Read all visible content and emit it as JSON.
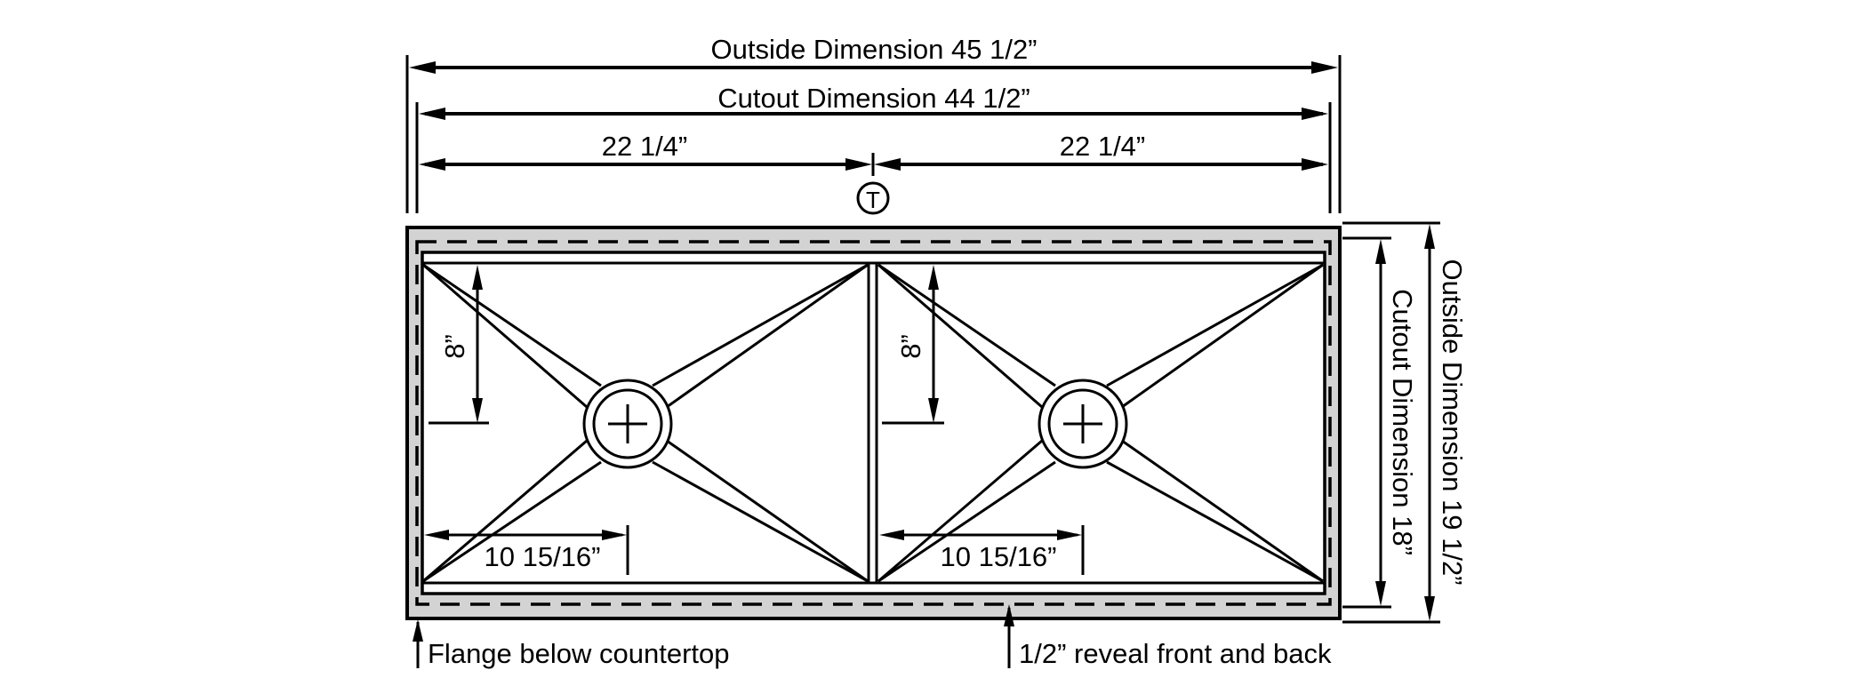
{
  "diagram": {
    "title": "Double bowl sink cutout template",
    "colors": {
      "line": "#000000",
      "flange_fill": "#d3d3d3",
      "background": "#ffffff"
    },
    "dimensions": {
      "outside_width": "Outside Dimension 45 1/2”",
      "cutout_width": "Cutout Dimension 44 1/2”",
      "left_half": "22 1/4”",
      "right_half": "22 1/4”",
      "outside_depth": "Outside Dimension 19 1/2”",
      "cutout_depth": "Cutout Dimension 18”",
      "left_drain_from_back": "8”",
      "right_drain_from_back": "8”",
      "left_drain_from_side": "10 15/16”",
      "right_drain_from_side": "10 15/16”"
    },
    "center_mark": {
      "label": "T",
      "icon": "circled-t-icon"
    },
    "notes": {
      "flange": "Flange below countertop",
      "reveal": "1/2” reveal front and back"
    },
    "bowls": [
      {
        "name": "left-bowl",
        "drain_icon": "drain-crosshair-icon"
      },
      {
        "name": "right-bowl",
        "drain_icon": "drain-crosshair-icon"
      }
    ]
  }
}
